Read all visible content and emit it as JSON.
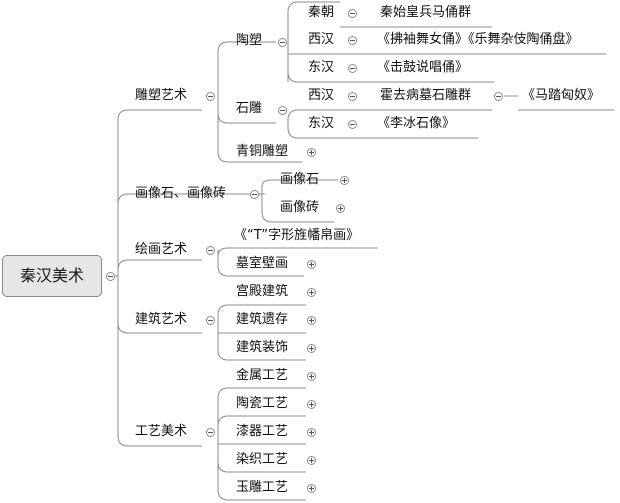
{
  "root": {
    "label": "秦汉美术"
  },
  "branches": {
    "sculpture": {
      "label": "雕塑艺术",
      "pottery": {
        "label": "陶塑",
        "qin": {
          "dynasty": "秦朝",
          "work": "秦始皇兵马俑群"
        },
        "west_han": {
          "dynasty": "西汉",
          "work": "《拂袖舞女俑》《乐舞杂伎陶俑盘》"
        },
        "east_han": {
          "dynasty": "东汉",
          "work": "《击鼓说唱俑》"
        }
      },
      "stone": {
        "label": "石雕",
        "west_han": {
          "dynasty": "西汉",
          "work": "霍去病墓石雕群",
          "sub": "《马踏匈奴》"
        },
        "east_han": {
          "dynasty": "东汉",
          "work": "《李冰石像》"
        }
      },
      "bronze": {
        "label": "青铜雕塑"
      }
    },
    "reliefs": {
      "label": "画像石、画像砖",
      "stone": "画像石",
      "brick": "画像砖"
    },
    "painting": {
      "label": "绘画艺术",
      "banner": "《“T”字形旌幡帛画》",
      "murals": "墓室壁画"
    },
    "architecture": {
      "label": "建筑艺术",
      "items": [
        "宫殿建筑",
        "建筑遗存",
        "建筑装饰"
      ]
    },
    "crafts": {
      "label": "工艺美术",
      "items": [
        "金属工艺",
        "陶瓷工艺",
        "漆器工艺",
        "染织工艺",
        "玉雕工艺"
      ]
    }
  }
}
